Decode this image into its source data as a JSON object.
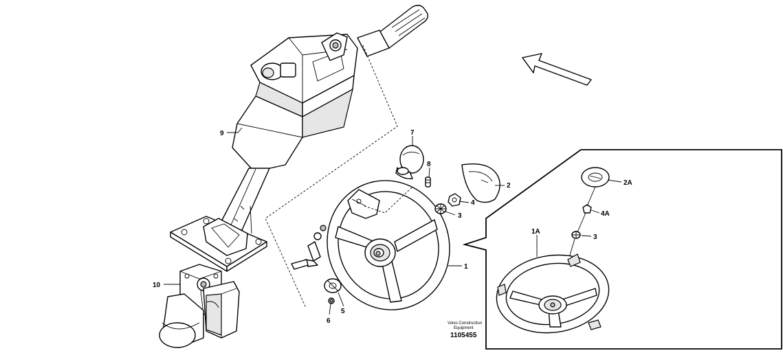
{
  "callouts": {
    "p1": "1",
    "p2": "2",
    "p3": "3",
    "p4": "4",
    "p5": "5",
    "p6": "6",
    "p7": "7",
    "p8": "8",
    "p9": "9",
    "p10": "10",
    "inset_1a": "1A",
    "inset_2a": "2A",
    "inset_3": "3",
    "inset_4a": "4A"
  },
  "footer": {
    "credit_line1": "Volvo Construction",
    "credit_line2": "Equipment",
    "drawing_number": "1105455"
  },
  "icons": [
    "direction-arrow-icon",
    "volvo-logo-icon"
  ],
  "colors": {
    "line": "#000000",
    "background": "#ffffff"
  }
}
